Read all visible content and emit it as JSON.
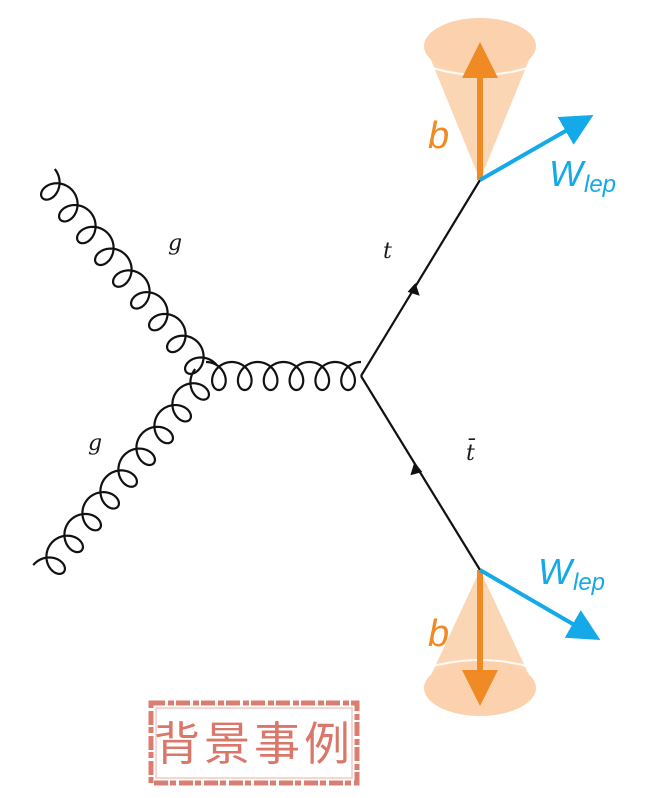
{
  "diagram": {
    "gluon_upper_label": "g",
    "gluon_lower_label": "g",
    "top_label": "t",
    "antitop_label": "t̄",
    "b_top_label": "b",
    "b_bottom_label": "b",
    "w_top_label_main": "W",
    "w_top_label_sub": "lep",
    "w_bottom_label_main": "W",
    "w_bottom_label_sub": "lep"
  },
  "stamp": {
    "text": "背景事例"
  },
  "colors": {
    "line": "#111111",
    "b_jet": "#f08a24",
    "cone_fill": "#fbd2ad",
    "w_lepton": "#14a9e8",
    "stamp": "#d9776a"
  }
}
